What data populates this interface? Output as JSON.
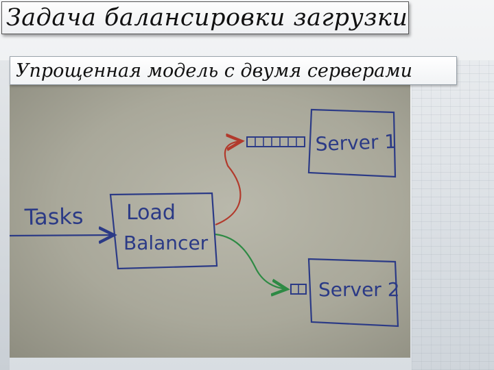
{
  "title": "Задача балансировки загрузки",
  "subtitle": "Упрощенная модель с двумя серверами",
  "diagram": {
    "tasks_label": "Tasks",
    "balancer_line1": "Load",
    "balancer_line2": "Balancer",
    "server1_label": "Server 1",
    "server2_label": "Server 2",
    "colors": {
      "ink": "#2b3a86",
      "arrow_to_server1": "#b23a2c",
      "arrow_to_server2": "#2e8a44",
      "board": "#aeae9f"
    }
  }
}
